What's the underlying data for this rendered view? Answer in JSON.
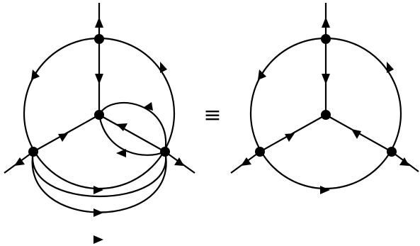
{
  "equivalence_symbol": "≡",
  "colors": {
    "stroke": "#000000",
    "background": "#ffffff"
  },
  "left_graph": {
    "vertex_count": 4,
    "external_legs": 3,
    "internal_edges": 9
  },
  "right_graph": {
    "vertex_count": 4,
    "external_legs": 3,
    "internal_edges": 6
  }
}
